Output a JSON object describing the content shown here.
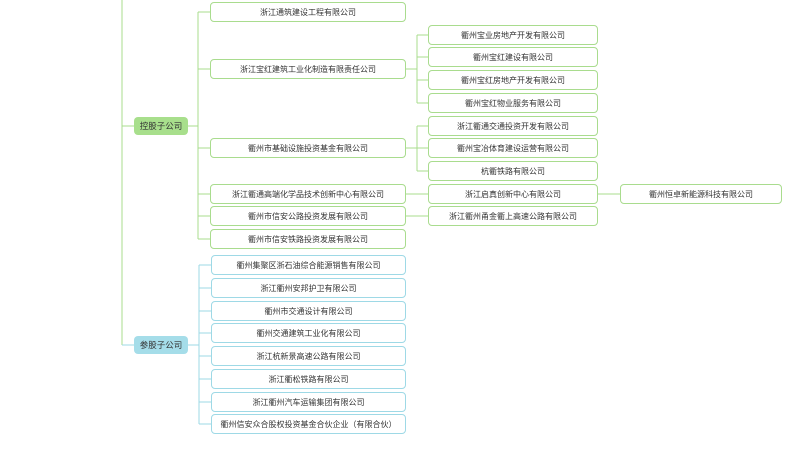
{
  "colors": {
    "green_line": "#a9dc8e",
    "cyan_line": "#9ed9e6",
    "green_fill": "#a8df8c",
    "cyan_fill": "#a5dde9"
  },
  "holding": {
    "label": "控股子公司",
    "children": [
      {
        "name": "浙江通筑建设工程有限公司",
        "children": []
      },
      {
        "name": "浙江宝红建筑工业化制造有限责任公司",
        "children": [
          "衢州宝业房地产开发有限公司",
          "衢州宝红建设有限公司",
          "衢州宝红房地产开发有限公司",
          "衢州宝红物业服务有限公司"
        ]
      },
      {
        "name": "衢州市基础设施投资基金有限公司",
        "children": [
          "浙江衢通交通投资开发有限公司",
          "衢州宝冶体育建设运营有限公司",
          "杭衢铁路有限公司"
        ]
      },
      {
        "name": "浙江衢通高端化学品技术创新中心有限公司",
        "children": [
          "浙江启真创新中心有限公司"
        ]
      },
      {
        "name": "衢州市信安公路投资发展有限公司",
        "children": [
          "浙江衢州甬金衢上高速公路有限公司"
        ]
      },
      {
        "name": "衢州市信安铁路投资发展有限公司",
        "children": []
      }
    ],
    "grandchild": "衢州恒卓新能源科技有限公司"
  },
  "participating": {
    "label": "参股子公司",
    "children": [
      "衢州集聚区浙石油综合能源销售有限公司",
      "浙江衢州安邦护卫有限公司",
      "衢州市交通设计有限公司",
      "衢州交通建筑工业化有限公司",
      "浙江杭新景高速公路有限公司",
      "浙江衢松铁路有限公司",
      "浙江衢州汽车运输集团有限公司",
      "衢州信安众合股权投资基金合伙企业（有限合伙）"
    ]
  }
}
